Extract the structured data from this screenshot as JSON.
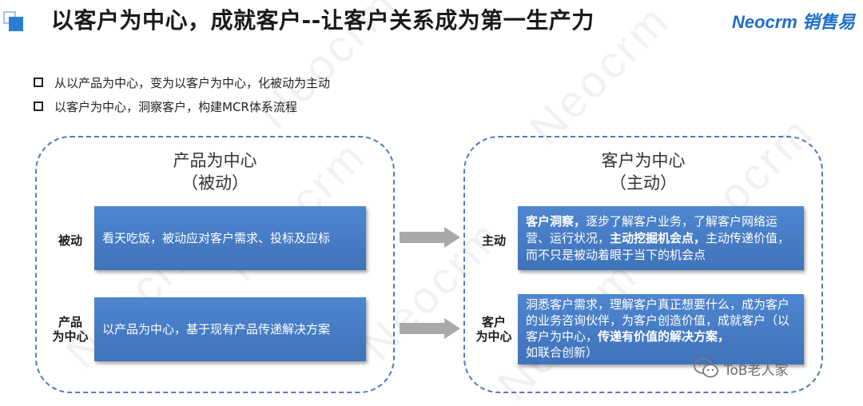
{
  "header": {
    "title": "以客户为中心，成就客户--让客户关系成为第一生产力",
    "brand": "Neocrm 销售易"
  },
  "bullets": [
    "从以产品为中心，变为以客户为中心，化被动为主动",
    "以客户为中心，洞察客户，构建MCR体系流程"
  ],
  "left_panel": {
    "title_line1": "产品为中心",
    "title_line2": "（被动）",
    "rows": [
      {
        "label": "被动",
        "text": "看天吃饭，被动应对客户需求、投标及应标"
      },
      {
        "label_line1": "产品",
        "label_line2": "为中心",
        "text": "以产品为中心，基于现有产品传递解决方案"
      }
    ]
  },
  "right_panel": {
    "title_line1": "客户为中心",
    "title_line2": "（主动）",
    "rows": [
      {
        "label": "主动",
        "bold1": "客户洞察，",
        "text1": "逐步了解客户业务，了解客户网络运营、运行状况，",
        "bold2": "主动挖掘机会点，",
        "text2": "主动传递价值，而不只是被动着眼于当下的机会点"
      },
      {
        "label_line1": "客户",
        "label_line2": "为中心",
        "text1": "洞悉客户需求，理解客户真正想要什么，成为客户的业务咨询伙伴，为客户创造价值，成就客户（以客户为中心，",
        "bold1": "传递有价值的解决方案，",
        "text2": "如联合创新）"
      }
    ]
  },
  "watermark_text": "Neocrm",
  "footer": {
    "wechat_label": "ToB老人家"
  },
  "colors": {
    "accent": "#2a7fd4",
    "box_fill": "#4a7fc6",
    "panel_border": "#4f78bf",
    "arrow": "#a9a9a9"
  }
}
